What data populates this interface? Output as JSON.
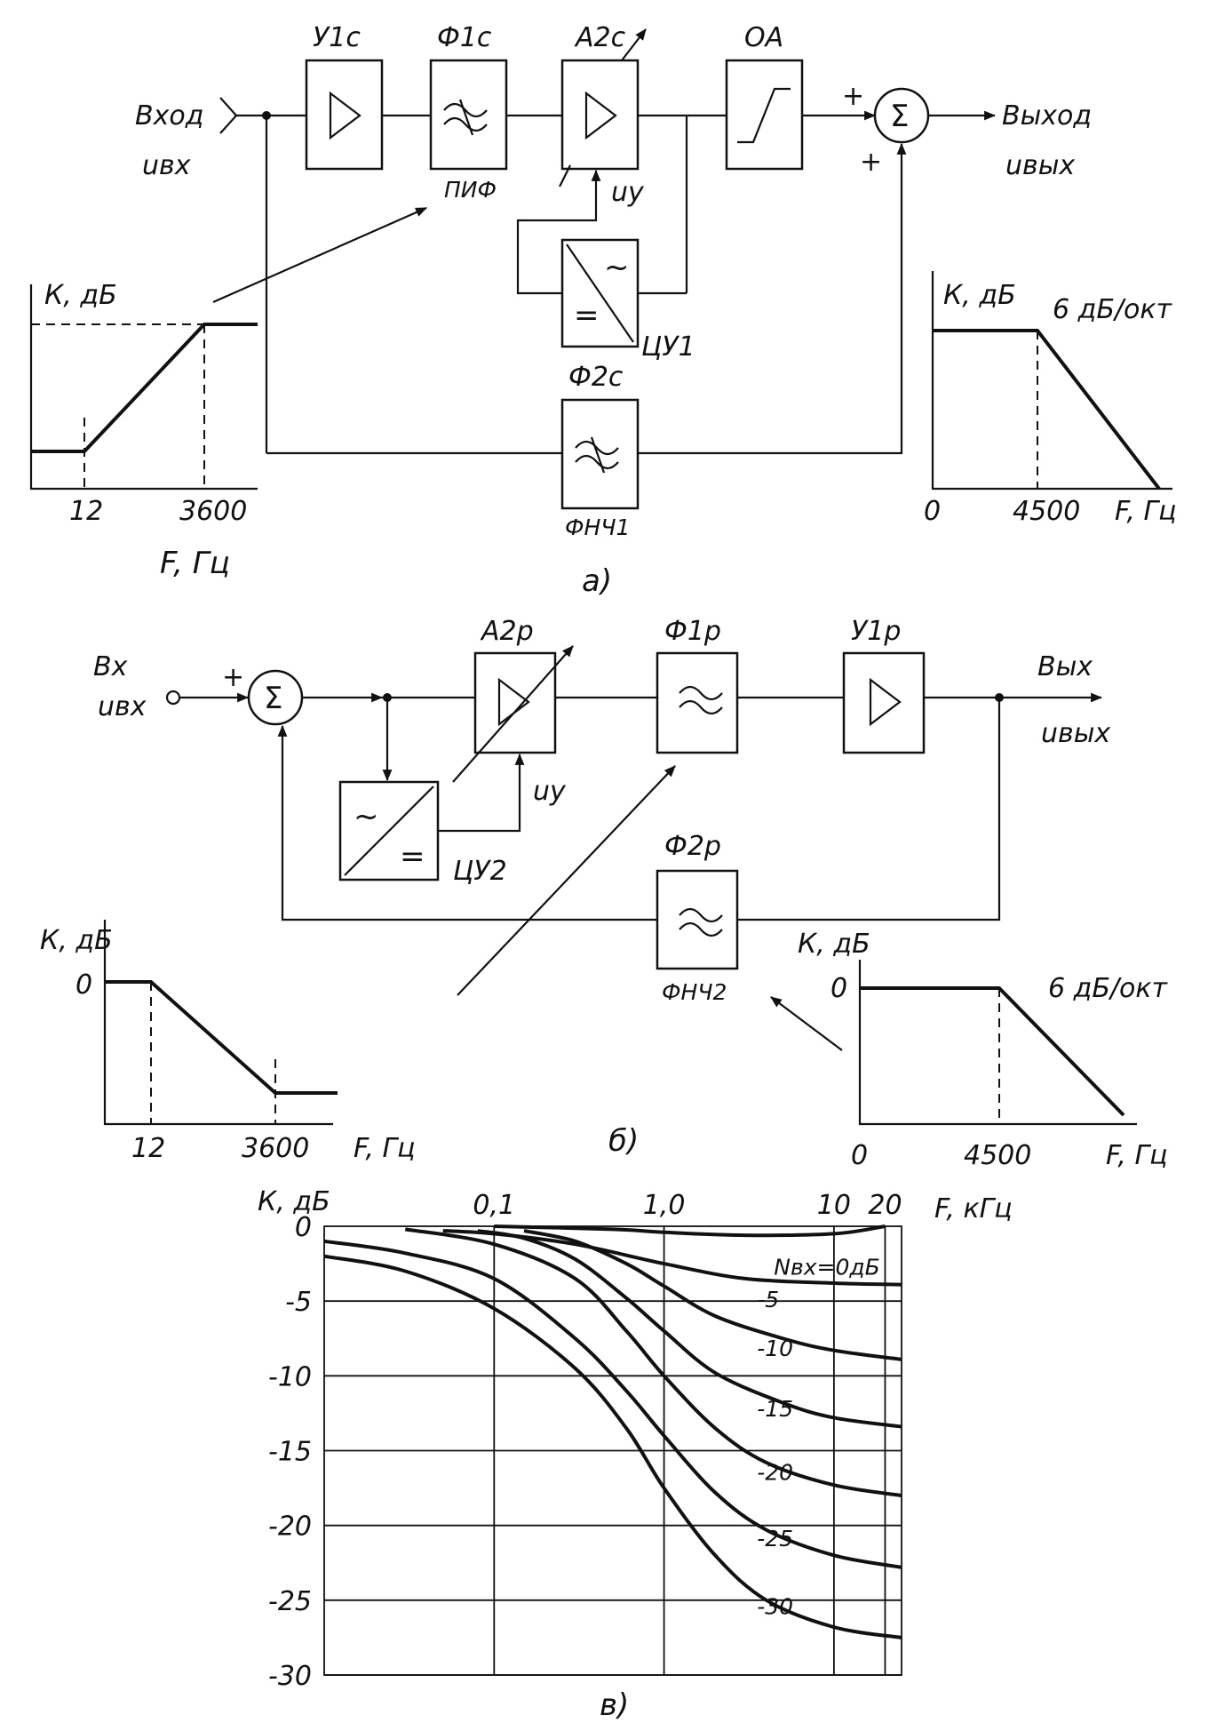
{
  "part_a": {
    "caption": "а)",
    "input_label_1": "Вход",
    "input_label_2": "uвх",
    "output_label_1": "Выход",
    "output_label_2": "uвых",
    "plus_top": "+",
    "plus_bottom": "+",
    "sum_symbol": "Σ",
    "blocks": {
      "amp": "У1с",
      "filter1": "Ф1с",
      "vca": "А2с",
      "limiter": "ОА",
      "filter2": "Ф2с"
    },
    "filter1_sublabel": "ПИФ",
    "filter2_sublabel": "ФНЧ1",
    "control_label": "uу",
    "rectifier_label": "ЦУ1",
    "rectifier_ac": "~",
    "rectifier_dc": "=",
    "left_graph": {
      "ylabel": "К, дБ",
      "xlabel": "F, Гц",
      "ticks": [
        "12",
        "3600"
      ]
    },
    "right_graph": {
      "ylabel": "К, дБ",
      "slope_label": "6 дБ/окт",
      "ticks": [
        "0",
        "4500",
        "F, Гц"
      ]
    }
  },
  "part_b": {
    "caption": "б)",
    "input_label_1": "Вх",
    "input_label_2": "uвх",
    "output_label_1": "Вых",
    "output_label_2": "uвых",
    "plus": "+",
    "sum_symbol": "Σ",
    "blocks": {
      "vca": "А2р",
      "filter1": "Ф1р",
      "amp": "У1р",
      "filter2": "Ф2р"
    },
    "filter2_sublabel": "ФНЧ2",
    "control_label": "uу",
    "rectifier_label": "ЦУ2",
    "rectifier_ac": "~",
    "rectifier_dc": "=",
    "left_graph": {
      "ylabel": "К, дБ",
      "zero": "0",
      "ticks": [
        "12",
        "3600",
        "F, Гц"
      ]
    },
    "right_graph": {
      "ylabel": "К, дБ",
      "zero": "0",
      "slope_label": "6 дБ/окт",
      "ticks": [
        "0",
        "4500",
        "F, Гц"
      ]
    }
  },
  "part_c": {
    "caption": "в)",
    "ylabel": "К, дБ",
    "xlabel": "F, кГц",
    "legend_prefix": "Nвх=",
    "chart_data": {
      "type": "line",
      "x_scale": "log",
      "x_ticks": [
        "0,1",
        "1,0",
        "10",
        "20"
      ],
      "y_ticks": [
        "0",
        "-5",
        "-10",
        "-15",
        "-20",
        "-25",
        "-30"
      ],
      "xlim": [
        0.01,
        25
      ],
      "ylim": [
        -30,
        0
      ],
      "series": [
        {
          "name": "0дБ",
          "x": [
            0.1,
            0.5,
            1,
            3,
            10,
            20
          ],
          "y": [
            0,
            -0.2,
            -0.4,
            -0.6,
            -0.5,
            0
          ]
        },
        {
          "name": "-5",
          "x": [
            0.05,
            0.1,
            0.3,
            1,
            3,
            10,
            25
          ],
          "y": [
            -0.3,
            -0.5,
            -1.2,
            -2.5,
            -3.5,
            -3.8,
            -3.9
          ]
        },
        {
          "name": "-10",
          "x": [
            0.15,
            0.3,
            0.6,
            1,
            2,
            5,
            10,
            25
          ],
          "y": [
            -0.3,
            -1,
            -2.5,
            -4,
            -6,
            -7.5,
            -8.3,
            -8.9
          ]
        },
        {
          "name": "-15",
          "x": [
            0.08,
            0.15,
            0.3,
            0.6,
            1,
            2,
            5,
            10,
            25
          ],
          "y": [
            -0.3,
            -0.8,
            -2.2,
            -4.8,
            -7,
            -9.8,
            -11.8,
            -12.8,
            -13.4
          ]
        },
        {
          "name": "-20",
          "x": [
            0.03,
            0.1,
            0.3,
            0.6,
            1,
            2,
            4,
            10,
            25
          ],
          "y": [
            -0.2,
            -1.2,
            -3.5,
            -7,
            -10,
            -13.5,
            -15.8,
            -17.3,
            -18
          ]
        },
        {
          "name": "-25",
          "x": [
            0.01,
            0.03,
            0.1,
            0.3,
            0.6,
            1,
            2,
            4,
            10,
            25
          ],
          "y": [
            -1,
            -1.8,
            -3.5,
            -7.5,
            -11,
            -14,
            -17.8,
            -20.3,
            -22,
            -22.8
          ]
        },
        {
          "name": "-30",
          "x": [
            0.01,
            0.03,
            0.1,
            0.3,
            0.6,
            1,
            2,
            4,
            10,
            25
          ],
          "y": [
            -2,
            -3,
            -5.5,
            -9.5,
            -13.5,
            -17.5,
            -22,
            -25,
            -26.8,
            -27.5
          ]
        }
      ]
    }
  }
}
